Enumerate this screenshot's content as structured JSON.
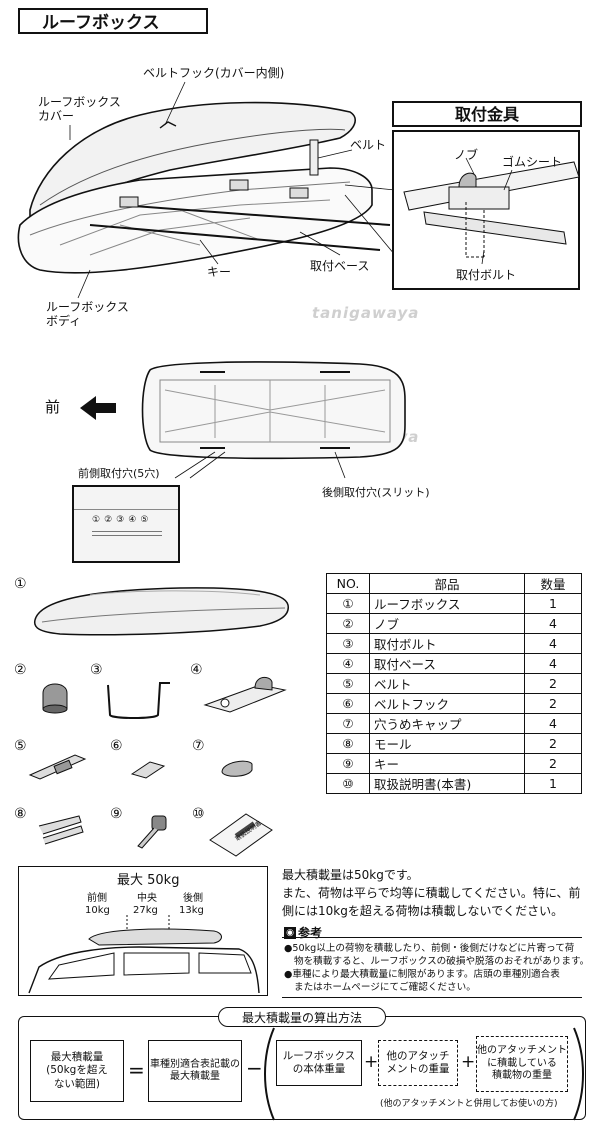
{
  "section_title": "ルーフボックス",
  "top_diagram": {
    "labels": {
      "belt_hook": "ベルトフック(カバー内側)",
      "cover": "ルーフボックス\nカバー",
      "belt": "ベルト",
      "key": "キー",
      "mount_base": "取付ベース",
      "body": "ルーフボックス\nボディ"
    }
  },
  "mount_hardware": {
    "title": "取付金具",
    "labels": {
      "knob": "ノブ",
      "rubber_sheet": "ゴムシート",
      "mount_bolt": "取付ボルト"
    }
  },
  "watermark": "tanigawaya",
  "plan_view": {
    "front_label": "前",
    "front_holes": "前側取付穴(5穴)",
    "rear_holes": "後側取付穴(スリット)",
    "hole_numbers": [
      "①",
      "②",
      "③",
      "④",
      "⑤"
    ]
  },
  "parts_icons": [
    "①",
    "②",
    "③",
    "④",
    "⑤",
    "⑥",
    "⑦",
    "⑧",
    "⑨",
    "⑩"
  ],
  "parts_table": {
    "headers": {
      "no": "NO.",
      "part": "部品",
      "qty": "数量"
    },
    "rows": [
      {
        "no": "①",
        "part": "ルーフボックス",
        "qty": "1"
      },
      {
        "no": "②",
        "part": "ノブ",
        "qty": "4"
      },
      {
        "no": "③",
        "part": "取付ボルト",
        "qty": "4"
      },
      {
        "no": "④",
        "part": "取付ベース",
        "qty": "4"
      },
      {
        "no": "⑤",
        "part": "ベルト",
        "qty": "2"
      },
      {
        "no": "⑥",
        "part": "ベルトフック",
        "qty": "2"
      },
      {
        "no": "⑦",
        "part": "穴うめキャップ",
        "qty": "4"
      },
      {
        "no": "⑧",
        "part": "モール",
        "qty": "2"
      },
      {
        "no": "⑨",
        "part": "キー",
        "qty": "2"
      },
      {
        "no": "⑩",
        "part": "取扱説明書(本書)",
        "qty": "1"
      }
    ]
  },
  "manual_cover_text": "取扱説明書",
  "load_figure": {
    "max": "最大 50kg",
    "front_label": "前側",
    "front_val": "10kg",
    "center_label": "中央",
    "center_val": "27kg",
    "rear_label": "後側",
    "rear_val": "13kg"
  },
  "load_text": {
    "line1": "最大積載量は50kgです。",
    "line2": "また、荷物は平らで均等に積載してください。特に、前",
    "line3": "側には10kgを超える荷物は積載しないでください。"
  },
  "reference": {
    "title": "参考",
    "b1a": "●50kg以上の荷物を積載したり、前側・後側だけなどに片寄って荷",
    "b1b": "物を積載すると、ルーフボックスの破損や脱落のおそれがあります。",
    "b2a": "●車種により最大積載量に制限があります。店頭の車種別適合表",
    "b2b": "またはホームページにてご確認ください。"
  },
  "calculation": {
    "title": "最大積載量の算出方法",
    "box1": "最大積載量\n(50kgを超え\nない範囲)",
    "equals": "=",
    "box2": "車種別適合表記載の\n最大積載量",
    "minus": "−",
    "box3": "ルーフボックス\nの本体重量",
    "plus1": "+",
    "box4": "他のアタッチ\nメントの重量",
    "plus2": "+",
    "box5": "他のアタッチメント\nに積載している\n積載物の重量",
    "note": "(他のアタッチメントと併用してお使いの方)"
  }
}
